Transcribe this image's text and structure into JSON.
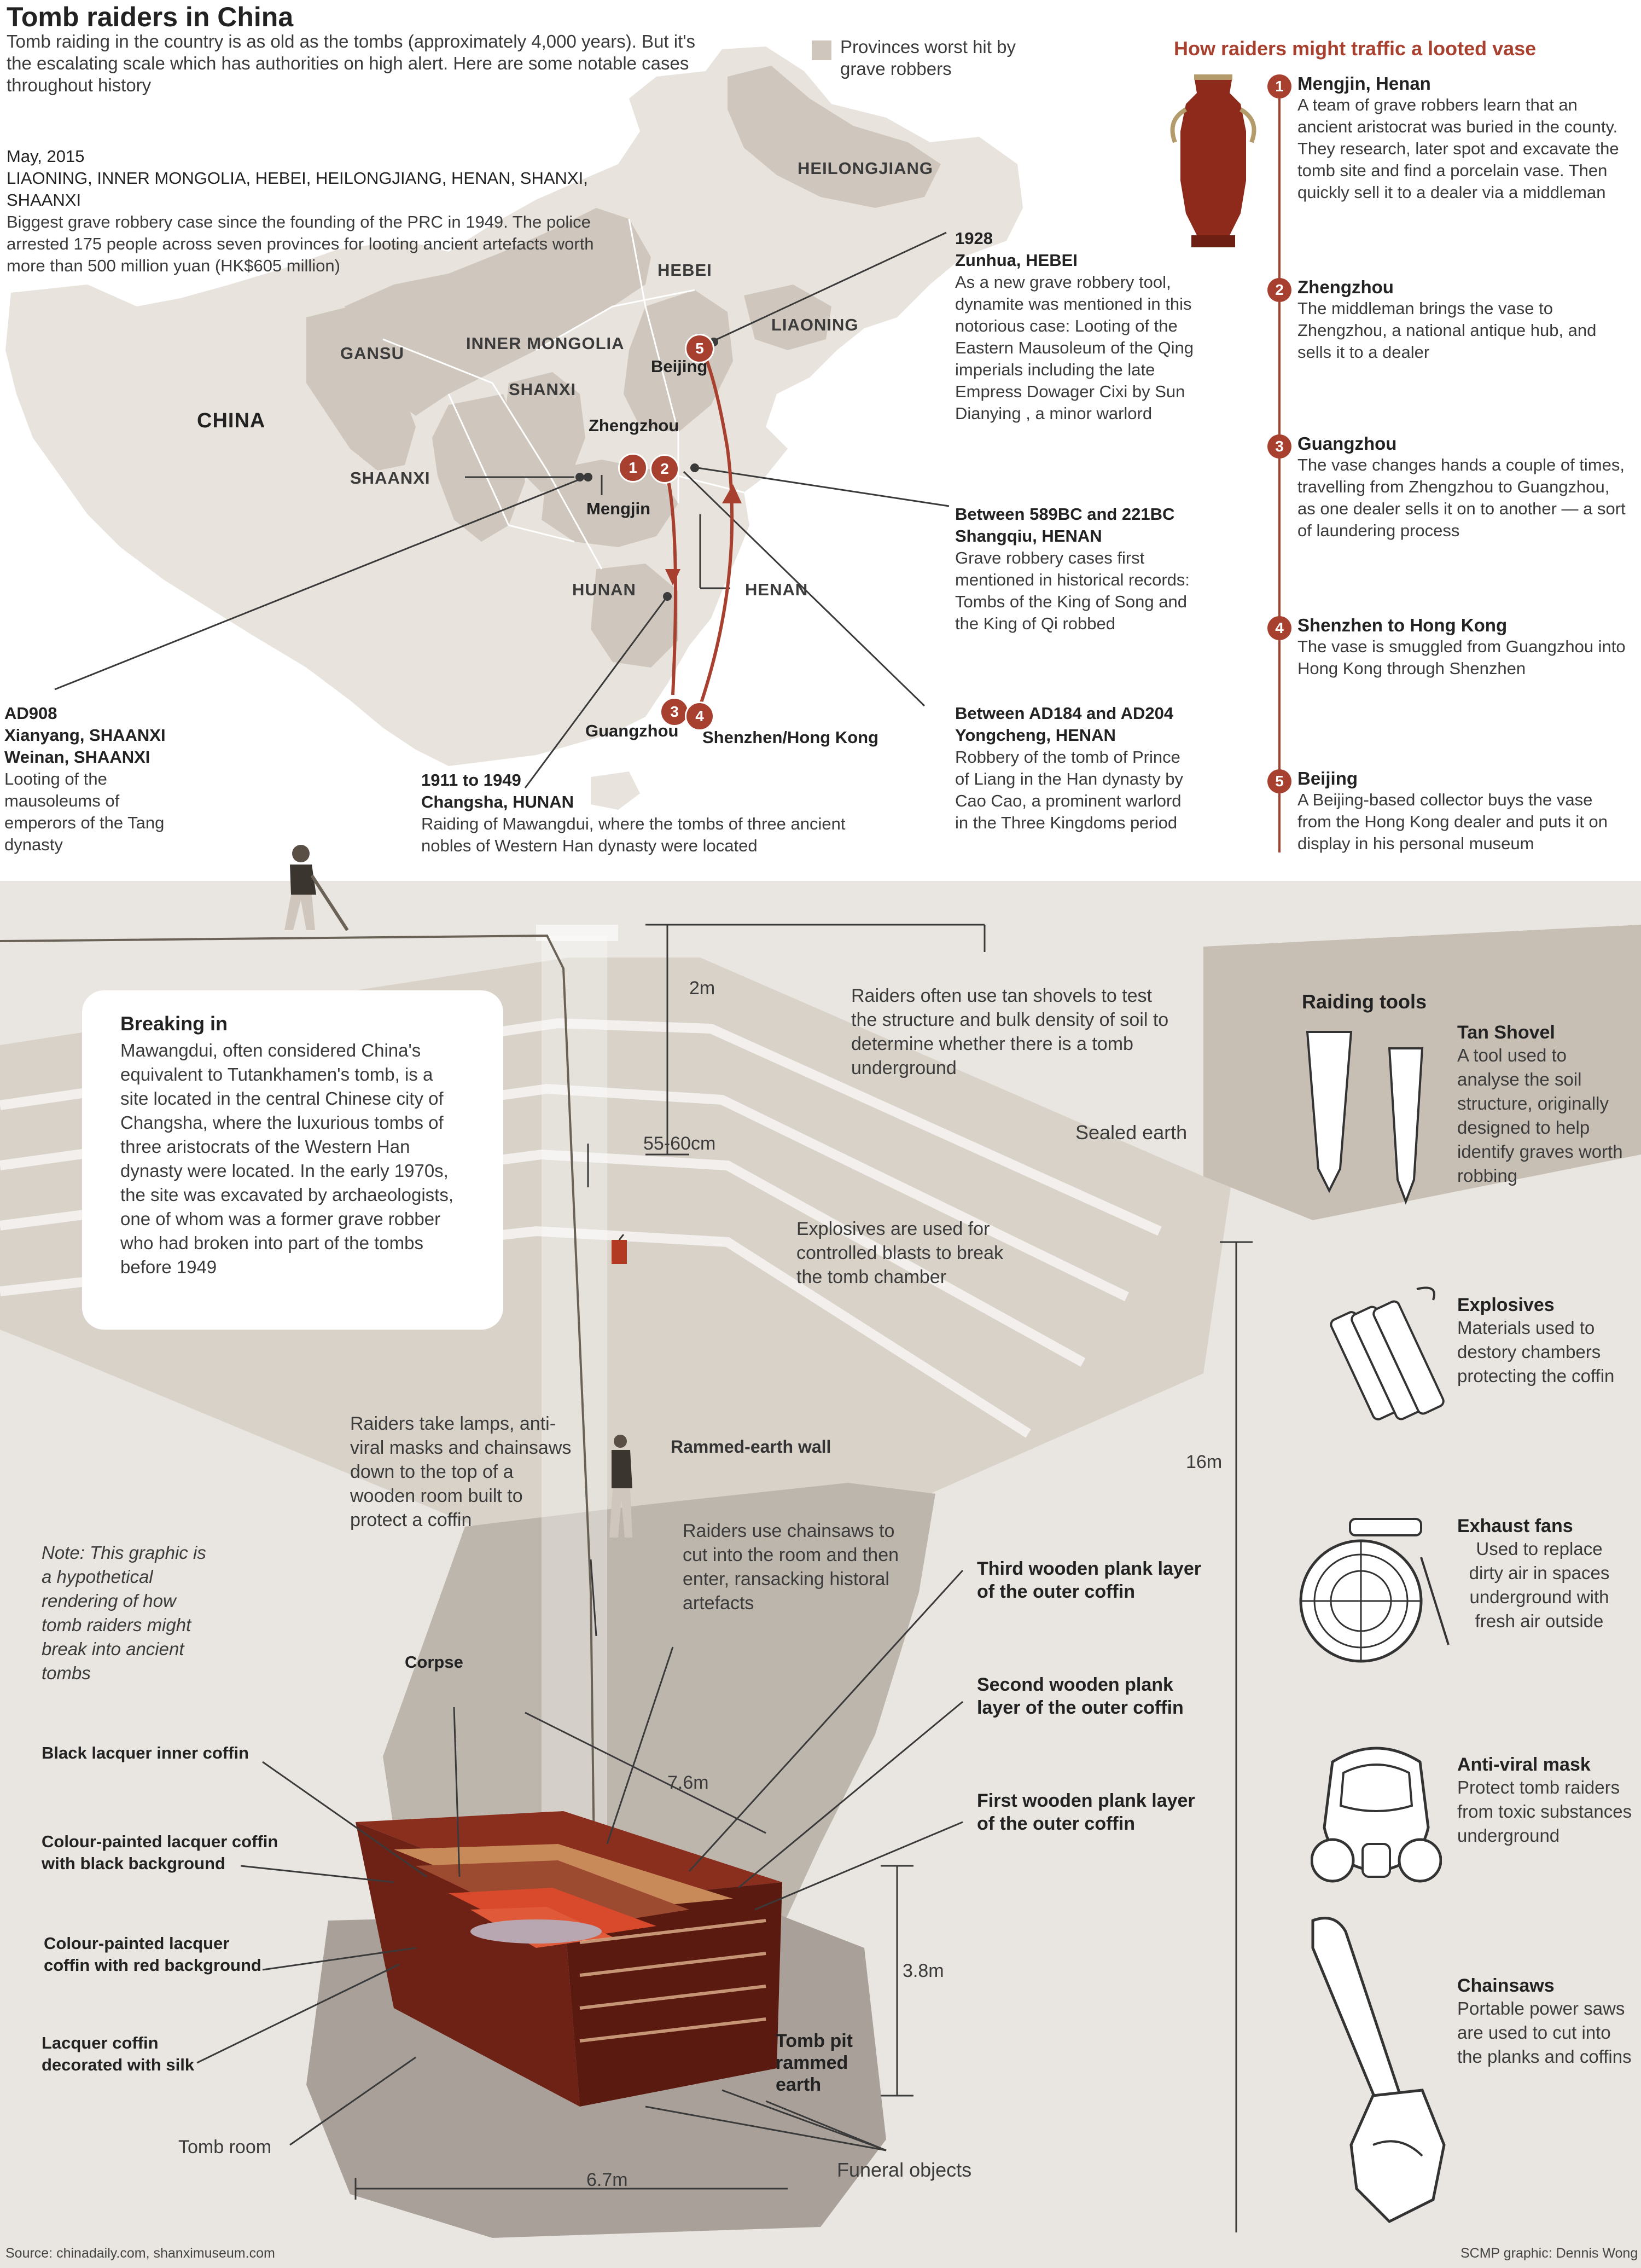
{
  "header": {
    "title": "Tomb raiders in China",
    "intro": "Tomb raiding in the country is as old as the tombs (approximately 4,000 years). But it's the escalating scale which has authorities on high alert. Here are some notable cases throughout history"
  },
  "legend": {
    "label": "Provinces worst hit by grave robbers",
    "swatch_color": "#cfc7bd"
  },
  "map": {
    "country_label": "CHINA",
    "provinces": [
      "HEILONGJIANG",
      "HEBEI",
      "LIAONING",
      "GANSU",
      "INNER MONGOLIA",
      "SHANXI",
      "SHAANXI",
      "HUNAN",
      "HENAN"
    ],
    "cities": [
      "Beijing",
      "Zhengzhou",
      "Mengjin",
      "Guangzhou",
      "Shenzhen/Hong Kong"
    ],
    "route_markers": [
      "1",
      "2",
      "3",
      "4",
      "5"
    ],
    "route_color": "#a84030"
  },
  "cases": [
    {
      "date": "May, 2015",
      "place": "LIAONING, INNER MONGOLIA, HEBEI, HEILONGJIANG, HENAN, SHANXI, SHAANXI",
      "text": "Biggest grave robbery case since the founding of the PRC in 1949. The police arrested 175 people across seven provinces for looting ancient artefacts worth more than 500 million yuan (HK$605 million)"
    },
    {
      "date": "1928",
      "place": "Zunhua, HEBEI",
      "text": "As a new grave robbery tool, dynamite was mentioned in this notorious case: Looting of the Eastern Mausoleum of the Qing imperials including the late Empress Dowager Cixi by Sun Dianying , a minor warlord"
    },
    {
      "date": "Between 589BC and 221BC",
      "place": "Shangqiu, HENAN",
      "text": "Grave robbery cases first mentioned in historical records:  Tombs of the King of Song and the King of Qi robbed"
    },
    {
      "date": "Between AD184 and AD204",
      "place": "Yongcheng, HENAN",
      "text": "Robbery of the tomb of Prince of Liang in the Han dynasty by Cao Cao, a prominent warlord in the Three Kingdoms period"
    },
    {
      "date": "AD908",
      "place": "Xianyang, SHAANXI",
      "place2": "Weinan, SHAANXI",
      "text": "Looting of the mausoleums of emperors of the Tang dynasty"
    },
    {
      "date": "1911 to 1949",
      "place": "Changsha, HUNAN",
      "text": "Raiding of Mawangdui, where the tombs of three ancient nobles of Western Han dynasty were located"
    }
  ],
  "vase": {
    "title": "How raiders might traffic a looted vase",
    "steps": [
      {
        "num": "1",
        "title": "Mengjin, Henan",
        "text": "A team of grave robbers learn that an ancient aristocrat was buried in the county. They research, later spot and excavate the tomb site and find a porcelain vase. Then quickly sell it to a dealer via a middleman"
      },
      {
        "num": "2",
        "title": "Zhengzhou",
        "text": "The middleman brings the vase to Zhengzhou, a national antique hub, and sells it to a dealer"
      },
      {
        "num": "3",
        "title": "Guangzhou",
        "text": "The vase changes hands a couple of times, travelling from Zhengzhou to Guangzhou, as one dealer sells it on to another — a sort of laundering process"
      },
      {
        "num": "4",
        "title": "Shenzhen to Hong Kong",
        "text": "The vase is smuggled from Guangzhou into Hong Kong through Shenzhen"
      },
      {
        "num": "5",
        "title": "Beijing",
        "text": "A Beijing-based collector buys the vase from the Hong Kong dealer and puts it on display in his personal museum"
      }
    ]
  },
  "cross_section": {
    "breaking_in": {
      "title": "Breaking in",
      "text": "Mawangdui, often considered China's equivalent to Tutankhamen's tomb, is a site located in the central Chinese city of Changsha, where the luxurious tombs of three aristocrats of the Western Han dynasty were located. In the early 1970s, the site was excavated by archaeologists, one of whom was a former grave robber who had broken into part of the tombs before 1949"
    },
    "note": "Note: This graphic is a hypothetical rendering of how tomb raiders might break into ancient tombs",
    "annotations": {
      "shovel_test": "Raiders often use tan shovels to test the structure and bulk density of soil to determine whether there is a tomb underground",
      "explosives_use": "Explosives are used for controlled blasts to break the tomb chamber",
      "lamps": "Raiders take lamps, anti-viral masks and chainsaws down to the top of a wooden room built to protect a coffin",
      "chainsaws_use": "Raiders use chainsaws to cut into the room and then enter, ransacking historal artefacts",
      "sealed_earth": "Sealed earth",
      "rammed_wall": "Rammed-earth wall",
      "tomb_pit": "Tomb pit rammed earth",
      "corpse": "Corpse",
      "black_inner": "Black lacquer inner coffin",
      "colour_black": "Colour-painted lacquer coffin with black background",
      "colour_red": "Colour-painted lacquer coffin with red background",
      "silk": "Lacquer coffin decorated with silk",
      "tomb_room": "Tomb room",
      "funeral": "Funeral objects",
      "third_layer": "Third wooden plank layer of the outer coffin",
      "second_layer": "Second wooden plank layer of the outer coffin",
      "first_layer": "First wooden plank layer of the outer coffin"
    },
    "dimensions": {
      "d2m": "2m",
      "d5560": "55-60cm",
      "d16m": "16m",
      "d76": "7.6m",
      "d38": "3.8m",
      "d67": "6.7m"
    }
  },
  "tools": {
    "title": "Raiding tools",
    "items": [
      {
        "name": "Tan Shovel",
        "text": "A tool used to analyse the soil structure, originally designed to help identify graves worth robbing"
      },
      {
        "name": "Explosives",
        "text": "Materials used to destory chambers protecting the coffin"
      },
      {
        "name": "Exhaust fans",
        "text": "Used to replace dirty air in spaces underground with fresh air outside"
      },
      {
        "name": "Anti-viral mask",
        "text": "Protect tomb raiders from toxic substances underground"
      },
      {
        "name": "Chainsaws",
        "text": "Portable power saws are used to cut into the planks and coffins"
      }
    ]
  },
  "footer": {
    "source": "Source: chinadaily.com, shanximuseum.com",
    "credit": "SCMP graphic: Dennis Wong"
  }
}
